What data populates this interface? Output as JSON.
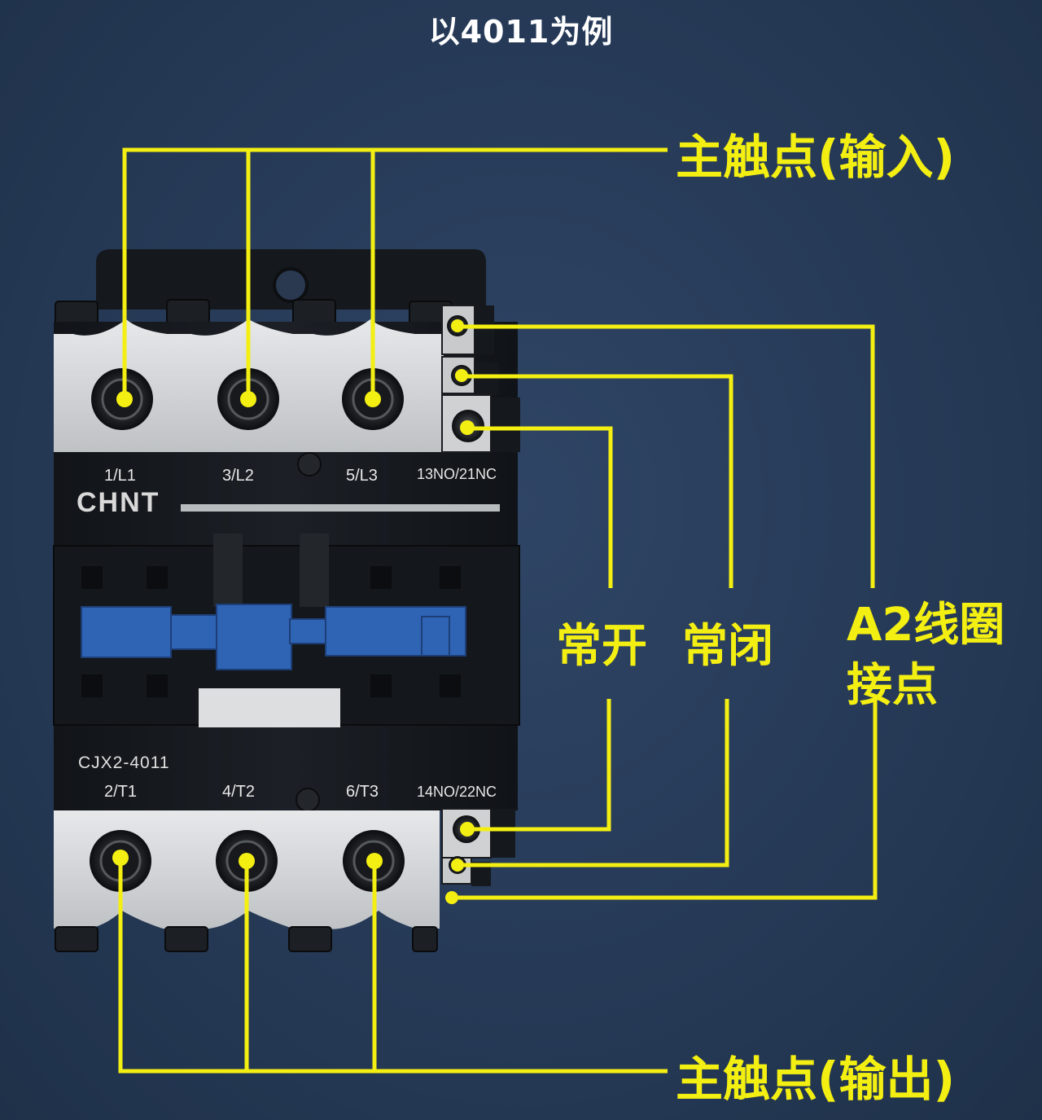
{
  "title": "以4011为例",
  "callouts": {
    "main_input": "主触点(输入)",
    "main_output": "主触点(输出)",
    "normally_open": "常开",
    "normally_closed": "常闭",
    "coil_line1": "A2线圈",
    "coil_line2": "接点"
  },
  "device": {
    "brand": "CHNT",
    "model": "CJX2-4011",
    "top_terminals": [
      "1/L1",
      "3/L2",
      "5/L3",
      "13NO/21NC"
    ],
    "bottom_terminals": [
      "2/T1",
      "4/T2",
      "6/T3",
      "14NO/22NC"
    ]
  },
  "colors": {
    "background": "#263a57",
    "line": "#f4ef12",
    "body": "#161a1f",
    "terminal_block": "#d4d6d8",
    "actuator": "#2f63b4"
  }
}
